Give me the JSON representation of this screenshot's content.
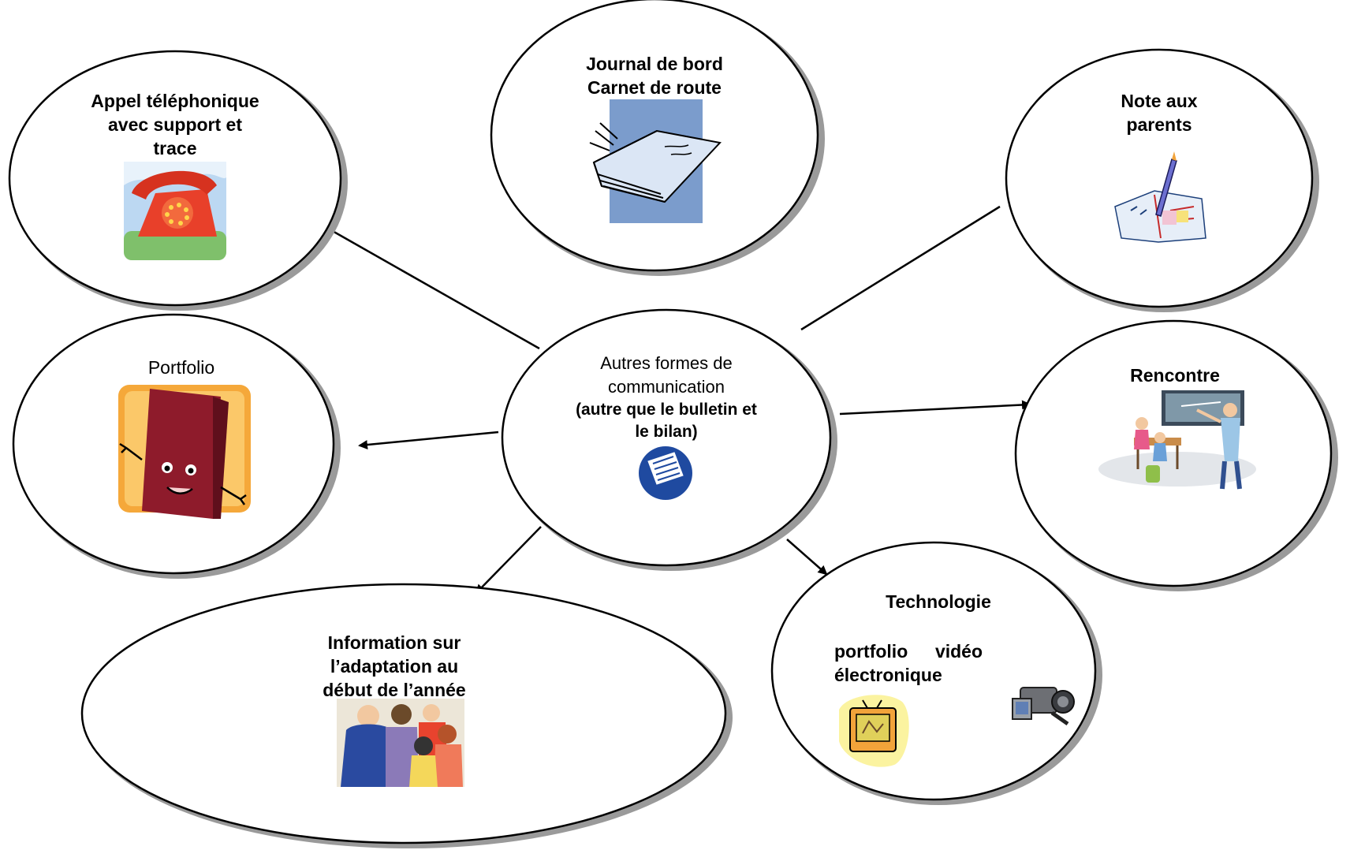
{
  "center": {
    "line1": "Autres formes de",
    "line2": "communication",
    "sub1": "(autre que le bulletin et",
    "sub2": "le bilan)",
    "icon": "communication-scroll-icon"
  },
  "nodes": {
    "appel": {
      "line1": "Appel téléphonique",
      "line2": "avec support et",
      "line3": "trace",
      "icon": "telephone-icon"
    },
    "journal": {
      "line1": "Journal de bord",
      "line2": "Carnet de route",
      "icon": "notebook-icon"
    },
    "note": {
      "line1": "Note aux",
      "line2": "parents",
      "icon": "note-paper-pencil-icon"
    },
    "portfolio": {
      "line1": "Portfolio",
      "icon": "book-character-icon"
    },
    "rencontre": {
      "line1": "Rencontre",
      "icon": "classroom-meeting-icon"
    },
    "information": {
      "line1": "Information sur",
      "line2": "l’adaptation au",
      "line3": "début de l’année",
      "icon": "group-of-people-icon"
    },
    "technologie": {
      "title": "Technologie",
      "left": "portfolio",
      "left2": "électronique",
      "right": "vidéo",
      "icon_left": "computer-screen-icon",
      "icon_right": "video-camera-icon"
    }
  },
  "colors": {
    "stroke": "#000000",
    "shadow": "#9a9a9a",
    "fill": "#ffffff"
  }
}
